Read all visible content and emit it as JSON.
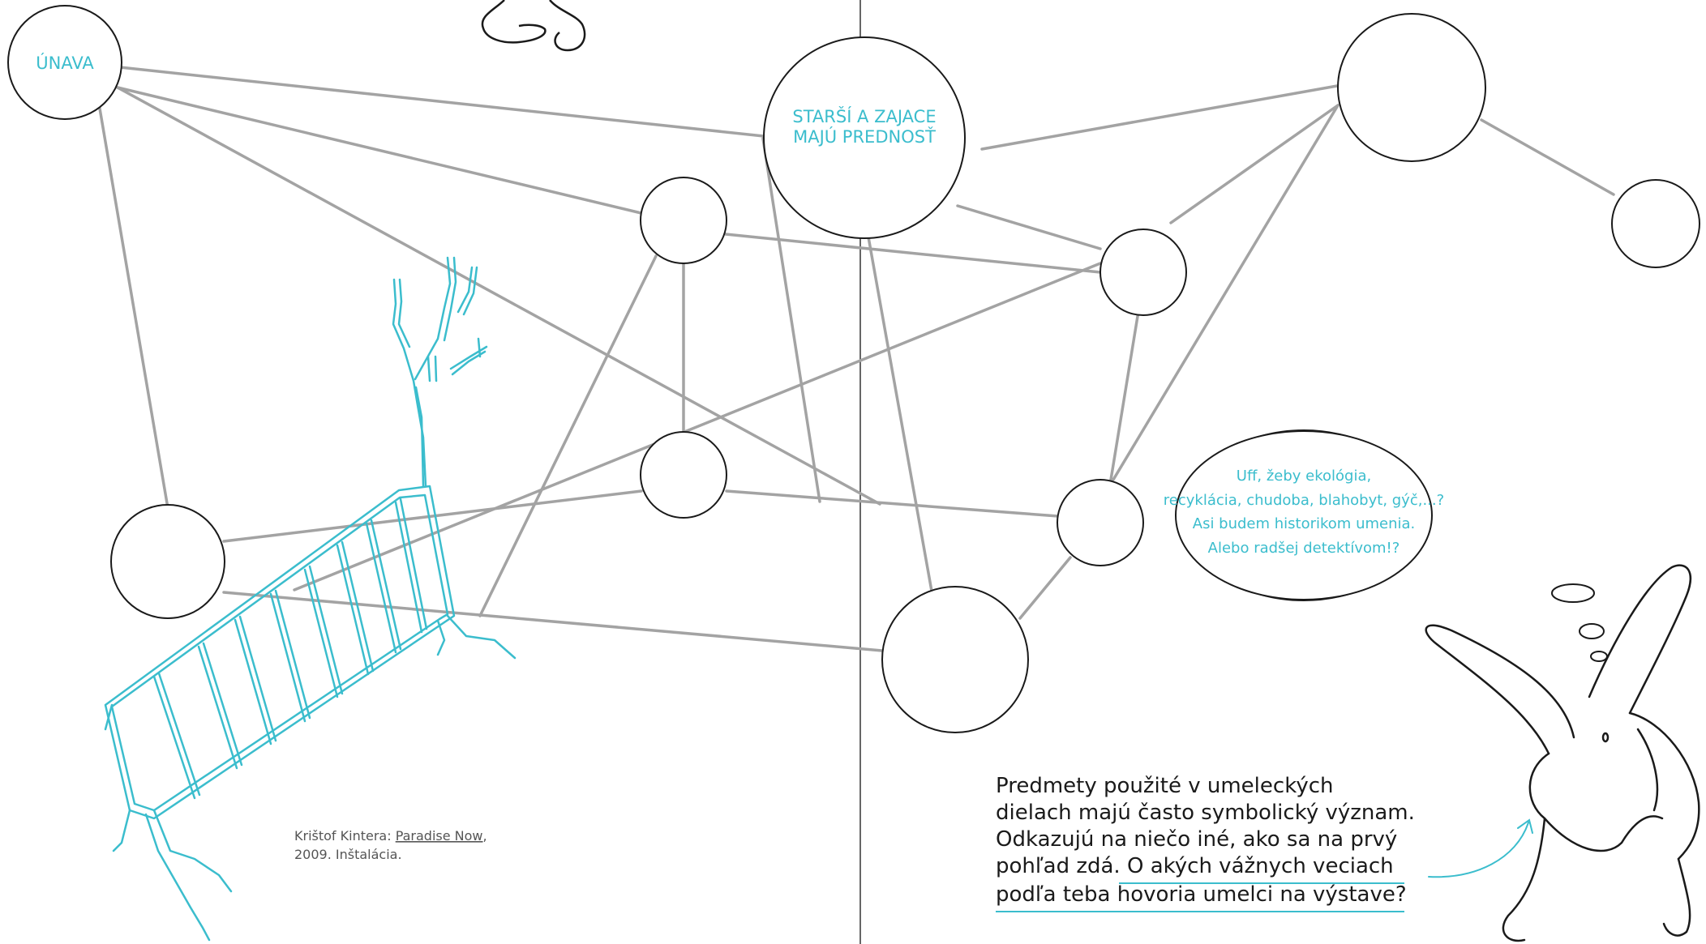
{
  "colors": {
    "accent": "#3bbdcd",
    "edges": "#a3a3a3",
    "ink": "#1a1a1a"
  },
  "nodes": {
    "unava": "ÚNAVA",
    "starsi_line1": "STARŠÍ A ZAJACE",
    "starsi_line2": "MAJÚ PREDNOSŤ"
  },
  "speech_bubble": {
    "line1": "Uff, žeby ekológia,",
    "line2": "recyklácia, chudoba, blahobyt, gýč,...?",
    "line3": "Asi budem historikom umenia.",
    "line4": "Alebo radšej detektívom!?"
  },
  "caption": {
    "author": "Krištof Kintera: ",
    "work_title": "Paradise Now",
    "after_title": ",",
    "line2": "2009. Inštalácia."
  },
  "question": {
    "line1": "Predmety použité v umeleckých",
    "line2": "dielach majú často symbolický význam.",
    "line3": "Odkazujú na niečo iné, ako sa na prvý",
    "line4_plain": "pohľad zdá. ",
    "line4_highlight": "O akých vážnych veciach",
    "line5": "podľa teba hovoria umelci na výstave?"
  },
  "icons": {
    "barrier": "crowd-barrier-drawing",
    "rabbit": "thinking-rabbit-drawing",
    "arrow": "curved-arrow-icon"
  }
}
